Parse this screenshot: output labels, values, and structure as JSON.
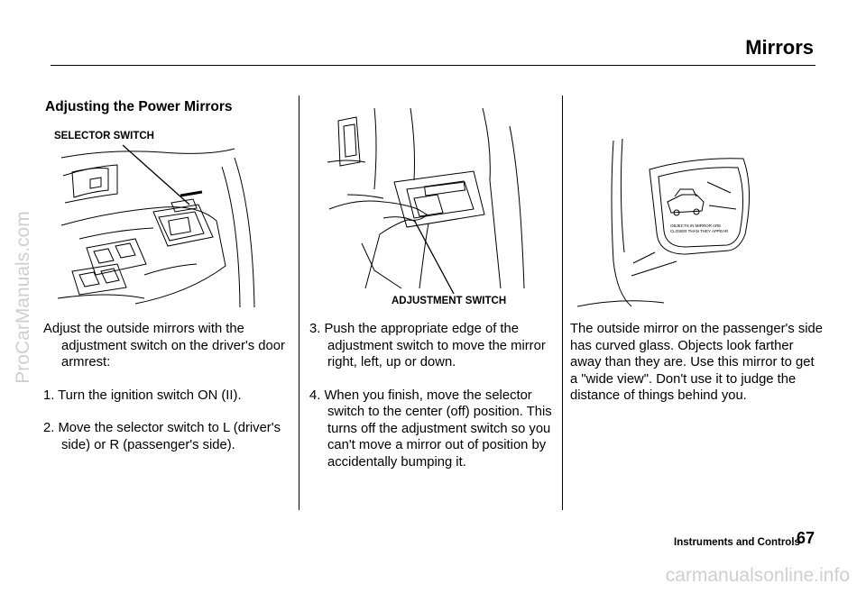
{
  "header": {
    "title": "Mirrors"
  },
  "section": {
    "heading": "Adjusting the Power Mirrors"
  },
  "figures": {
    "selector_caption": "SELECTOR SWITCH",
    "adjustment_caption": "ADJUSTMENT SWITCH",
    "mirror_label_line1": "OBJECTS IN MIRROR ARE",
    "mirror_label_line2": "CLOSER THAN THEY APPEAR"
  },
  "col1": {
    "intro": "Adjust the outside mirrors with the adjustment switch on the driver's door armrest:",
    "step1": "1. Turn the ignition switch ON (II).",
    "step2": "2. Move the selector switch to L (driver's side) or R (passenger's side)."
  },
  "col2": {
    "step3": "3. Push the appropriate edge of the adjustment switch to move the mirror right, left, up or down.",
    "step4": "4. When you finish, move the selector switch to the center (off) position. This turns off the adjustment switch so you can't move a mirror out of position by accidentally bumping it."
  },
  "col3": {
    "text": "The outside mirror on the passenger's side has curved glass. Objects look farther away than they are. Use this mirror to get a \"wide view\". Don't use it to judge the distance of things behind you."
  },
  "footer": {
    "section": "Instruments and Controls",
    "page": "67"
  },
  "watermarks": {
    "left": "ProCarManuals.com",
    "bottom": "carmanualsonline.info"
  }
}
